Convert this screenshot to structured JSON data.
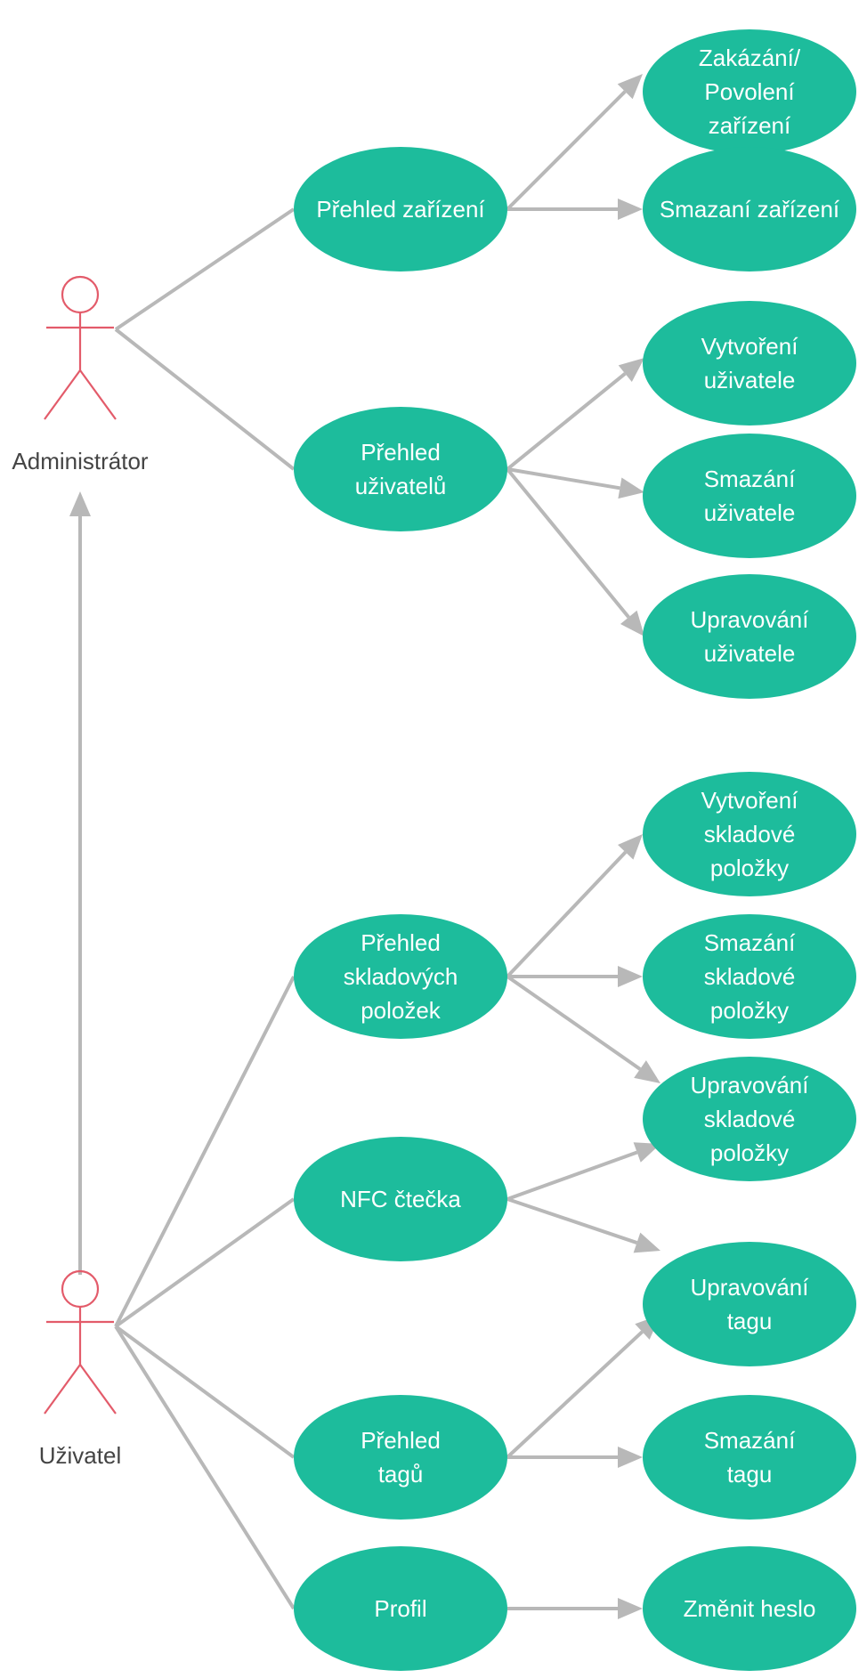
{
  "actors": {
    "admin": {
      "label": "Administrátor"
    },
    "user": {
      "label": "Uživatel"
    }
  },
  "use_cases": {
    "prehled_zarizeni": [
      "Přehled zařízení"
    ],
    "zakazani_povoleni": [
      "Zakázání/",
      "Povolení",
      "zařízení"
    ],
    "smazani_zarizeni": [
      "Smazaní zařízení"
    ],
    "prehled_uzivatelu": [
      "Přehled",
      "uživatelů"
    ],
    "vytvoreni_uzivatele": [
      "Vytvoření",
      "uživatele"
    ],
    "smazani_uzivatele": [
      "Smazání",
      "uživatele"
    ],
    "upravovani_uzivatele": [
      "Upravování",
      "uživatele"
    ],
    "prehled_skladovych": [
      "Přehled",
      "skladových",
      "položek"
    ],
    "vytvoreni_skladove": [
      "Vytvoření",
      "skladové",
      "položky"
    ],
    "smazani_skladove": [
      "Smazání",
      "skladové",
      "položky"
    ],
    "upravovani_skladove": [
      "Upravování",
      "skladové",
      "položky"
    ],
    "nfc_ctecka": [
      "NFC čtečka"
    ],
    "upravovani_tagu": [
      "Upravování",
      "tagu"
    ],
    "prehled_tagu": [
      "Přehled",
      "tagů"
    ],
    "smazani_tagu": [
      "Smazání",
      "tagu"
    ],
    "profil": [
      "Profil"
    ],
    "zmenit_heslo": [
      "Změnit heslo"
    ]
  },
  "colors": {
    "use_case_fill": "#1dbc9c",
    "use_case_text": "#ffffff",
    "actor_stroke": "#e35b6a",
    "edge": "#b8b8b8",
    "actor_label": "#444444"
  }
}
